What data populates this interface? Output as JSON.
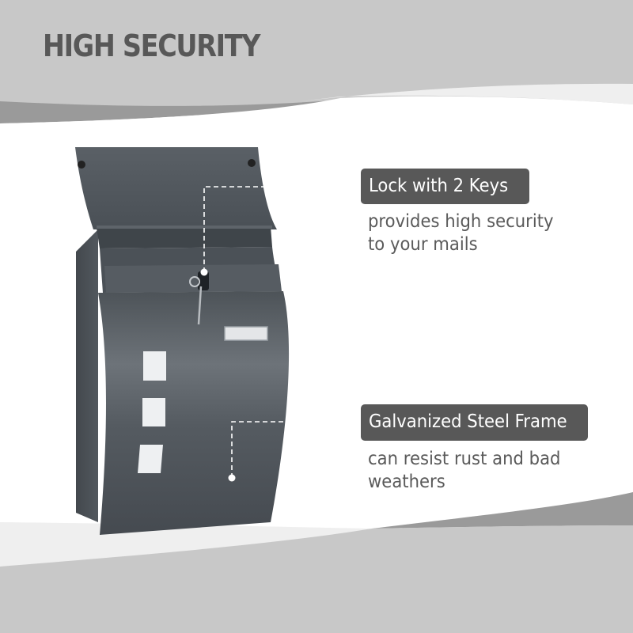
{
  "header": {
    "title": "HIGH SECURITY"
  },
  "features": [
    {
      "label": "Lock with 2 Keys",
      "description_lines": [
        "provides high security",
        "to your mails"
      ],
      "pointer_target": "lock"
    },
    {
      "label": "Galvanized Steel Frame",
      "description_lines": [
        "can resist rust and bad",
        "weathers"
      ],
      "pointer_target": "front-panel"
    }
  ],
  "product": {
    "name": "wall-mounted mailbox",
    "color": "#4a4f55",
    "window_count": 3
  },
  "colors": {
    "title_text": "#585858",
    "label_bg": "#585858",
    "label_text": "#ffffff",
    "body_text": "#5a5a5a",
    "band_light": "#c8c8c8",
    "band_dark": "#9a9a9a",
    "band_pale": "#efefef",
    "background": "#ffffff"
  }
}
